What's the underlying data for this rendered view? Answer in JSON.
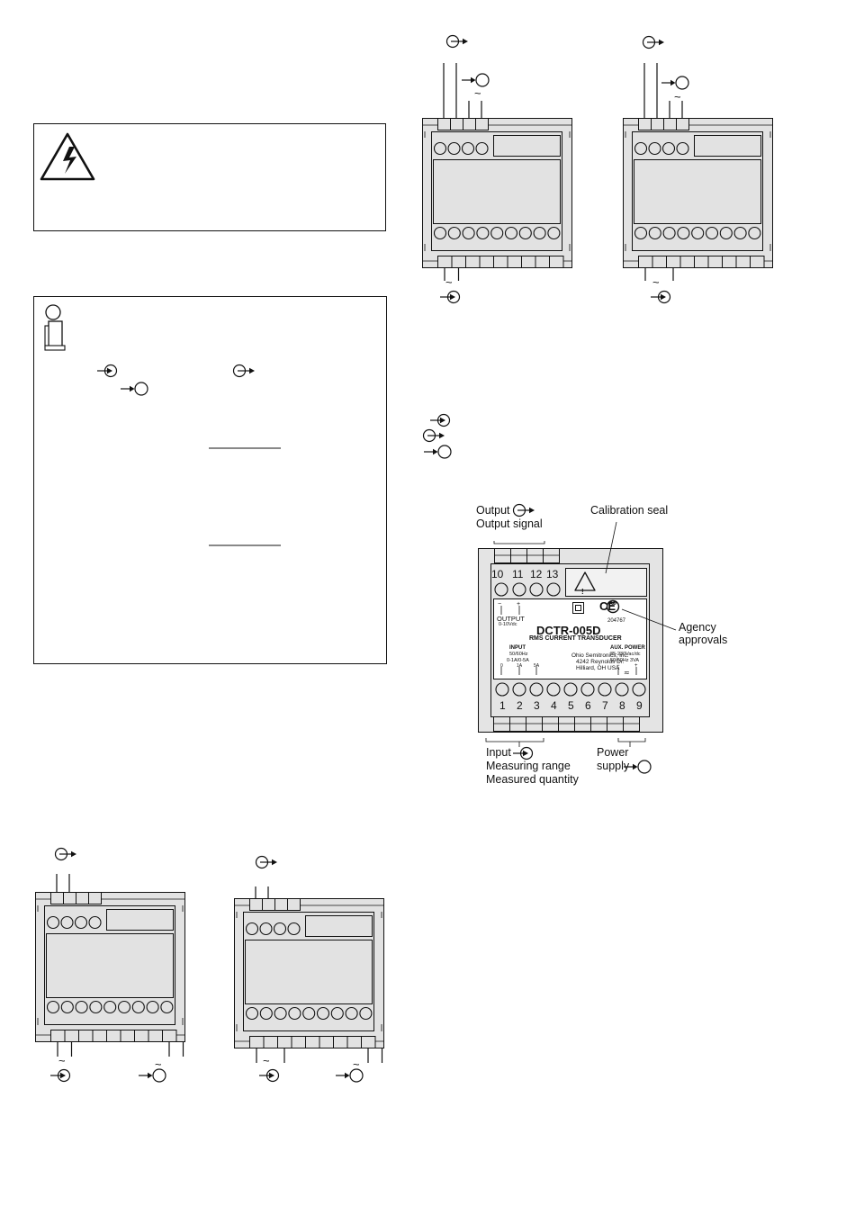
{
  "label_panel": {
    "output_label": "Output",
    "output_signal_label": "Output signal",
    "calibration_seal_label": "Calibration seal",
    "agency_label": "Agency",
    "approvals_label": "approvals",
    "input_label": "Input",
    "measuring_range_label": "Measuring range",
    "measured_quantity_label": "Measured quantity",
    "power_label": "Power",
    "supply_label": "supply",
    "terminals_top": [
      "10",
      "11",
      "12",
      "13"
    ],
    "terminals_bottom": [
      "1",
      "2",
      "3",
      "4",
      "5",
      "6",
      "7",
      "8",
      "9"
    ],
    "output_title": "OUTPUT",
    "output_range": "0-10Vdc",
    "output_minus": "−",
    "output_plus": "+",
    "model": "DCTR-005D",
    "product": "RMS CURRENT TRANSDUCER",
    "cert_number": "204767",
    "input_title": "INPUT",
    "input_freq": "50/60Hz",
    "input_range": "0-1A/0-5A",
    "input_terms": [
      "0",
      "1A",
      "5A"
    ],
    "manufacturer": "Ohio Semitronics, Inc.",
    "address_line1": "4242 Reynolds Dr.",
    "address_line2": "Hilliard, OH  USA",
    "aux_title": "AUX. POWER",
    "aux_voltage": "85-230Vac/dc",
    "aux_freq_va": "50/60Hz   3VA",
    "aux_minus": "−",
    "aux_plus": "+",
    "aux_symbol": "≂",
    "ce_mark": "CE",
    "csa_mark": "SP",
    "warning_glyph": "!"
  },
  "symbols": {
    "ac": "~"
  },
  "icons": [
    "high-voltage-warning-icon",
    "info-icon",
    "input-symbol-icon",
    "output-symbol-icon",
    "power-supply-symbol-icon",
    "double-insulation-icon"
  ]
}
